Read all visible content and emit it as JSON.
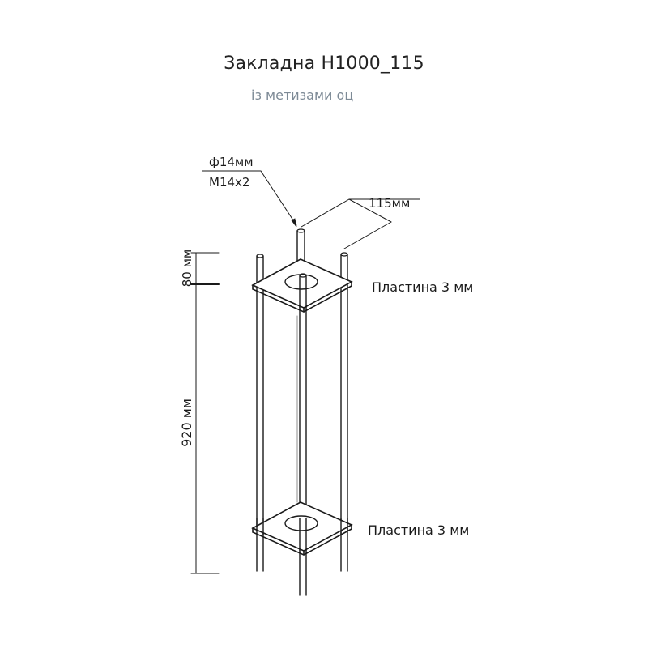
{
  "title": "Закладна Н1000_115",
  "subtitle": "із метизами оц",
  "labels": {
    "rod_diameter": "ф14мм",
    "thread": "М14х2",
    "spacing": "115мм",
    "top_offset": "80 мм",
    "body_height": "920 мм",
    "plate_top": "Пластина 3 мм",
    "plate_bottom": "Пластина 3 мм"
  },
  "colors": {
    "line": "#1a1a1a",
    "plate_fill": "#ffffff"
  }
}
